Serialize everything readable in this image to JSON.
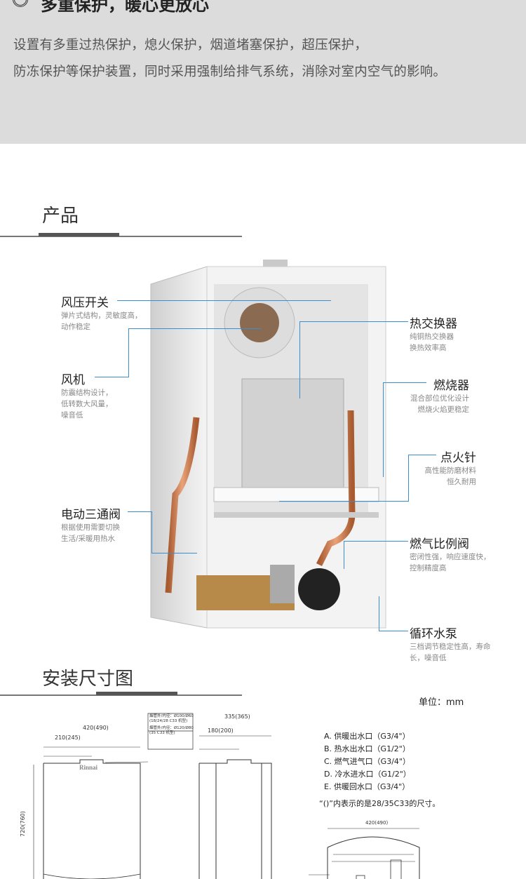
{
  "banner": {
    "title": "多重保护，暖心更放心",
    "icon": "shield-rings-icon",
    "lines": [
      "设置有多重过热保护，熄火保护，烟道堵塞保护，超压保护，",
      "防冻保护等保护装置，同时采用强制给排气系统，消除对室内空气的影响。"
    ]
  },
  "product": {
    "title": "产品",
    "callouts": [
      {
        "label": "风压开关",
        "desc": [
          "弹片式结构，灵敏度高，",
          "动作稳定"
        ]
      },
      {
        "label": "风机",
        "desc": [
          "防震结构设计，",
          "低转数大风量，",
          "噪音低"
        ]
      },
      {
        "label": "电动三通阀",
        "desc": [
          "根据使用需要切换",
          "生活/采暖用热水"
        ]
      },
      {
        "label": "热交换器",
        "desc": [
          "纯铜热交换器",
          "换热效率高"
        ]
      },
      {
        "label": "燃烧器",
        "desc": [
          "混合部位优化设计",
          "燃烧火焰更稳定"
        ]
      },
      {
        "label": "点火针",
        "desc": [
          "高性能防磨材料",
          "恒久耐用"
        ]
      },
      {
        "label": "燃气比例阀",
        "desc": [
          "密闭性强，响应速度快，",
          "控制精度高"
        ]
      },
      {
        "label": "循环水泵",
        "desc": [
          "三档调节稳定性高，寿命",
          "长，噪音低"
        ]
      }
    ],
    "accent": "#3a8ed0"
  },
  "install": {
    "title": "安装尺寸图",
    "unit": "单位：mm",
    "dims": {
      "width": "420(490)",
      "half": "210(245)",
      "height": "720(760)",
      "depth": "335(365)",
      "flue_pos": "180(200)",
      "bottom_width": "420(490)"
    },
    "flue_note": [
      "烟管外/内径：Ø100/Ø60",
      "(18/24/28 C33 机型)",
      "烟管外/内径：Ø120/Ø80",
      "(35 C33 机型)"
    ],
    "brand": "Rinnai",
    "ports": [
      "A. 供暖出水口（G3/4\"）",
      "B. 热水出水口（G1/2\"）",
      "C. 燃气进气口（G3/4\"）",
      "D. 冷水进水口（G1/2\"）",
      "E. 供暖回水口（G3/4\"）"
    ],
    "note": "“()”内表示的是28/35C33的尺寸。"
  }
}
